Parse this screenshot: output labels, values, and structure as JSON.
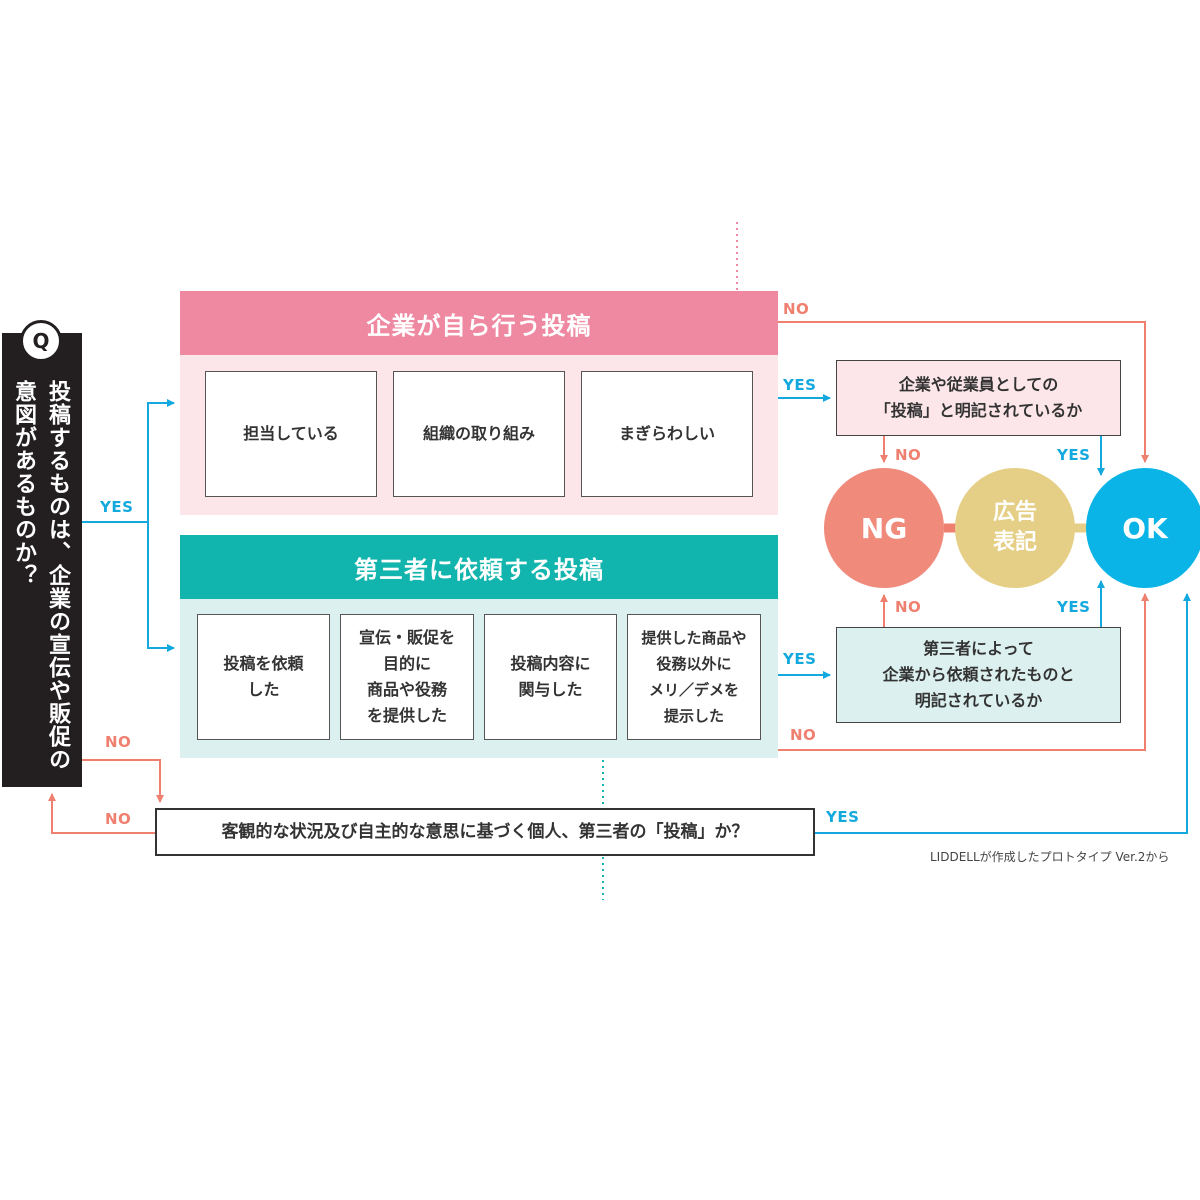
{
  "question": {
    "badge": "Q",
    "text": "投稿するものは、企業の宣伝や販促の意図があるものか？"
  },
  "company_post": {
    "title": "企業が自ら行う投稿",
    "cards": [
      "担当している",
      "組織の取り組み",
      "まぎらわしい"
    ]
  },
  "third_party_post": {
    "title": "第三者に依頼する投稿",
    "cards": [
      "投稿を依頼\nした",
      "宣伝・販促を\n目的に\n商品や役務\nを提供した",
      "投稿内容に\n関与した",
      "提供した商品や\n役務以外に\nメリ／デメを\n提示した"
    ]
  },
  "checks": {
    "company_disclosure": "企業や従業員としての\n「投稿」と明記されているか",
    "third_party_disclosure": "第三者によって\n企業から依頼されたものと\n明記されているか",
    "objective": "客観的な状況及び自主的な意思に基づく個人、第三者の「投稿」か？"
  },
  "results": {
    "ng": "NG",
    "ad_label": "広告\n表記",
    "ok": "OK"
  },
  "labels": {
    "yes": "YES",
    "no": "NO"
  },
  "credit": "LIDDELLが作成したプロトタイプ Ver.2から",
  "colors": {
    "pink_header": "#ef89a2",
    "pink_panel": "#fce6ea",
    "teal_header": "#12b5ad",
    "teal_panel": "#dcf1ef",
    "ng": "#f08a7a",
    "ad": "#e5cf86",
    "ok": "#0ab4e6",
    "yes_line": "#13a9de",
    "no_line": "#ef7f6e"
  }
}
